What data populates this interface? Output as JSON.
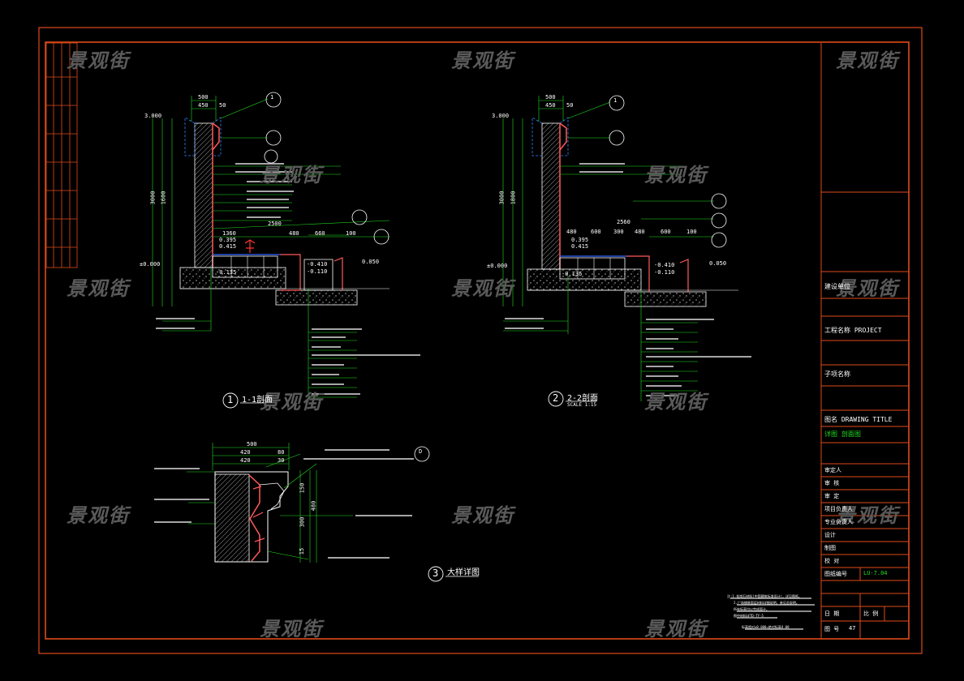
{
  "watermark": "景观街",
  "views": [
    {
      "number": "1",
      "title": "1-1剖面"
    },
    {
      "number": "2",
      "title": "2-2剖面",
      "scale": "SCALE 1:15"
    },
    {
      "number": "3",
      "title": "大样详图"
    }
  ],
  "dimensions": {
    "v1_top": [
      "500",
      "450",
      "50"
    ],
    "v1_left": [
      "3.000",
      "3000",
      "1600",
      "±0.000"
    ],
    "v1_span": [
      "2500",
      "1360",
      "480",
      "660",
      "100"
    ],
    "v1_levels": [
      "0.395",
      "0.415",
      "-0.135",
      "-0.410",
      "-0.110",
      "0.050"
    ],
    "v2_top": [
      "500",
      "450",
      "50"
    ],
    "v2_left": [
      "3.000",
      "3000",
      "1800",
      "±0.000"
    ],
    "v2_span": [
      "2560",
      "480",
      "600",
      "300",
      "480",
      "600",
      "100"
    ],
    "v2_levels": [
      "0.395",
      "0.415",
      "-0.135",
      "-0.410",
      "-0.110",
      "0.050"
    ],
    "v3_top": [
      "500",
      "420",
      "80",
      "420",
      "30"
    ],
    "v3_right": [
      "150",
      "480",
      "300",
      "15"
    ]
  },
  "callouts": {
    "detail_ref": "1",
    "detail_sheet": "D"
  },
  "title_block": {
    "rows": [
      "建设单位",
      "工程名称 PROJECT",
      "子项名称",
      "图名 DRAWING TITLE",
      "详图   剖面图",
      "审定人",
      "审 核",
      "审 定",
      "项目负责人",
      "专业负责人",
      "设计",
      "制图",
      "校 对",
      "图纸编号"
    ],
    "drawing_no": "LU-7.04",
    "date_label": "日 期",
    "scale_label": "比 例",
    "sheet_label": "图 号",
    "sheet_no": "47"
  },
  "notes": [
    "注:1.花岗石材料(中国建筑标准设计)，详见图纸。",
    "2.广场铺装面层材料详细说明，参见总说明。",
    "所有标高均以完成面计。",
    "图中材料详TD-TY-5",
    "标高相对±0.000=绝对标高4.00"
  ],
  "colors": {
    "frame": "#e04a1a",
    "line": "#ffffff",
    "wall": "#ff5a5a",
    "leader": "#22dd22",
    "water": "#3366ff",
    "text": "#ffffff",
    "watermark": "#5a5a5a"
  }
}
